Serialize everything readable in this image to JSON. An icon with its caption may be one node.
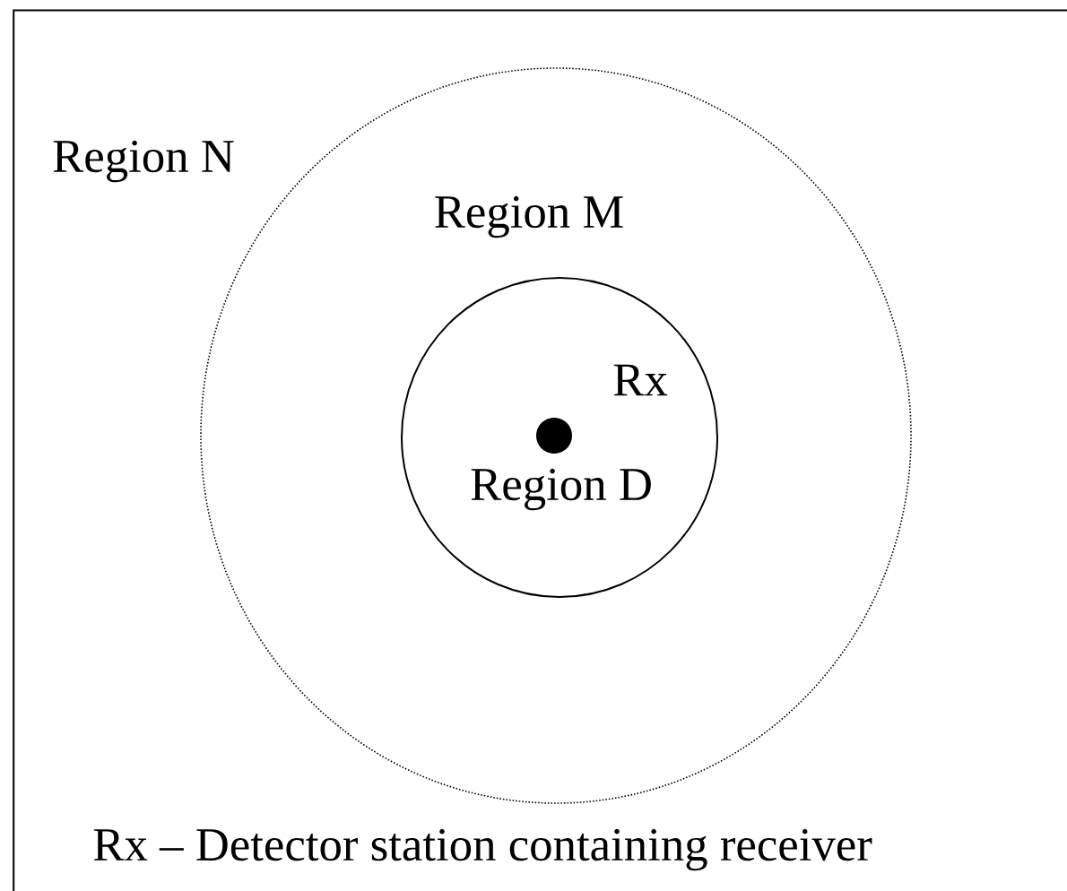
{
  "diagram": {
    "nodes": [
      {
        "text": [
          "Region N"
        ]
      },
      {
        "text": [
          "Region M"
        ],
        "in": 0
      },
      {
        "text": [
          "Region D"
        ],
        "in": 1
      },
      {
        "text": [],
        "shape": "circle",
        "in": 2,
        "beside": [
          "Rx"
        ]
      }
    ],
    "labels": [
      "Rx – Detector station containing receiver"
    ]
  }
}
